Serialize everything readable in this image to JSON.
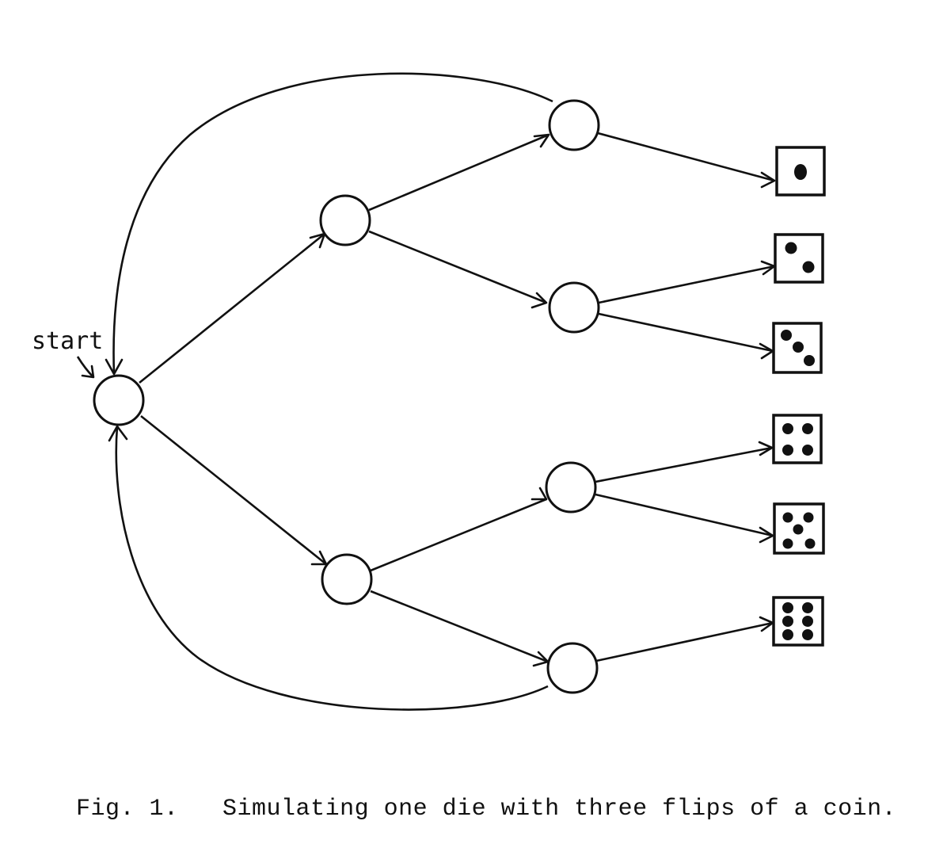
{
  "start_label": "start",
  "caption": {
    "figure": "Fig. 1.",
    "text": "Simulating one die with three flips of a coin."
  },
  "dice_outcomes": [
    1,
    2,
    3,
    4,
    5,
    6
  ],
  "colors": {
    "ink": "#111111",
    "paper": "#ffffff"
  }
}
